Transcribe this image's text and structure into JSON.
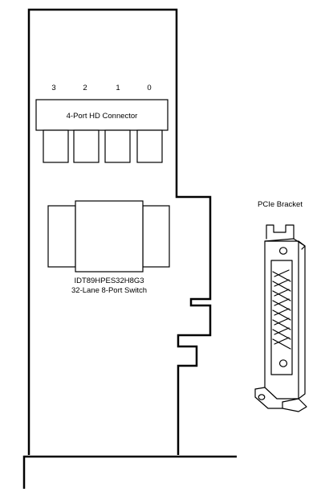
{
  "ports": {
    "labels": [
      "3",
      "2",
      "1",
      "0"
    ]
  },
  "connector": {
    "label": "4-Port HD Connector"
  },
  "switch_chip": {
    "line1": "IDT89HPES32H8G3",
    "line2": "32-Lane 8-Port Switch"
  },
  "bracket": {
    "label": "PCIe Bracket"
  },
  "colors": {
    "stroke": "#000000",
    "background": "#ffffff"
  }
}
